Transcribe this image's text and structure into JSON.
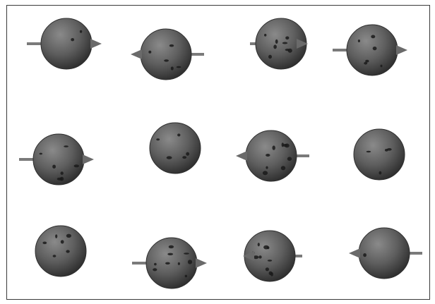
{
  "figure": {
    "description_free": true,
    "colors": {
      "background": "#ffffff",
      "frame": "#3a3a3a",
      "sphere_light": "#8a8a8a",
      "sphere_mid": "#5e5e5e",
      "sphere_dark": "#2f2f2f",
      "spot": "#1a1a1a",
      "arrow": "#7a7a7a",
      "arrow_head": "#6a6a6a"
    },
    "rows": [
      {
        "items": [
          {
            "arrow": "right",
            "spots": 2
          },
          {
            "arrow": "left",
            "spots": 5
          },
          {
            "arrow": "right-short",
            "spots": 8
          },
          {
            "arrow": "right",
            "spots": 6
          }
        ]
      },
      {
        "items": [
          {
            "arrow": "right",
            "spots": 7
          },
          {
            "arrow": "none",
            "spots": 5
          },
          {
            "arrow": "left",
            "spots": 9
          },
          {
            "arrow": "none",
            "spots": 4
          }
        ]
      },
      {
        "items": [
          {
            "arrow": "none",
            "spots": 6
          },
          {
            "arrow": "right",
            "spots": 9
          },
          {
            "arrow": "left-short",
            "spots": 10
          },
          {
            "arrow": "left",
            "spots": 1
          }
        ]
      }
    ]
  }
}
